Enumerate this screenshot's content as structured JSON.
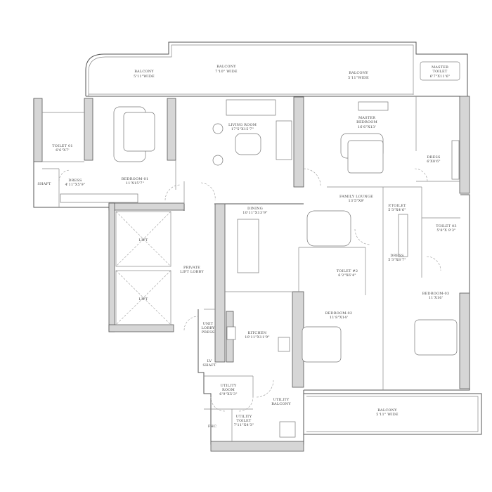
{
  "rooms": {
    "balcony_left": {
      "name": "BALCONY",
      "size": "5'11\"WIDE"
    },
    "balcony_center": {
      "name": "BALCONY",
      "size": "7'10\" WIDE"
    },
    "balcony_right": {
      "name": "BALCONY",
      "size": "5'11\"WIDE"
    },
    "master_toilet": {
      "name1": "MASTER",
      "name2": "TOILET",
      "size": "6'7\"X11'6\""
    },
    "toilet_01": {
      "name": "TOILET 01",
      "size": "6'6\"X7'"
    },
    "shaft": {
      "name": "SHAFT"
    },
    "dress_01": {
      "name": "DRESS",
      "size": "4'11\"X5'9\""
    },
    "bedroom_01": {
      "name": "BEDROOM-01",
      "size": "11'X15'7\""
    },
    "living_room": {
      "name": "LIVING ROOM",
      "size": "17'5\"X15'7\""
    },
    "master_bedroom": {
      "name1": "MASTER",
      "name2": "BEDROOM",
      "size": "16'6\"X13'"
    },
    "master_dress": {
      "name": "DRESS",
      "size": "6'X8'6\""
    },
    "family_lounge": {
      "name": "FAMILY LOUNGE",
      "size": "13'5\"X9'"
    },
    "p_toilet": {
      "name": "P.TOILET",
      "size": "5'3\"X4'6\""
    },
    "dining": {
      "name": "DINING",
      "size": "10'11\"X13'9\""
    },
    "private_lift_lobby": {
      "name1": "PRIVATE",
      "name2": "LIFT LOBBY"
    },
    "lift_1": {
      "name": "LIFT"
    },
    "lift_2": {
      "name": "LIFT"
    },
    "unit_lobby_press": {
      "name1": "UNIT",
      "name2": "LOBBY",
      "name3": "PRESS"
    },
    "kitchen": {
      "name": "KITCHEN",
      "size": "10'11\"X11'9\""
    },
    "lv_shaft": {
      "name1": "LV",
      "name2": "SHAFT"
    },
    "toilet_03": {
      "name": "TOILET 03",
      "size": "5'8\"X 9'3\""
    },
    "toilet_02": {
      "name": "TOILET #2",
      "size": "6'2\"X6'4\""
    },
    "dress_03": {
      "name": "DRESS",
      "size": "5'3\"X8'7\""
    },
    "bedroom_03": {
      "name": "BEDROOM-03",
      "size": "11'X16'"
    },
    "bedroom_02": {
      "name": "BEDROOM-02",
      "size": "11'8\"X14'"
    },
    "utility_room": {
      "name1": "UTILITY",
      "name2": "ROOM",
      "size": "6'9\"X5'3\""
    },
    "utility_balcony": {
      "name1": "UTILITY",
      "name2": "BALCONY"
    },
    "utility_toilet": {
      "name1": "UTILITY",
      "name2": "TOILET",
      "size": "7'11\"X4'3\""
    },
    "fhc": {
      "name": "FHC"
    },
    "balcony_bottom": {
      "name": "BALCONY",
      "size": "5'11\" WIDE"
    }
  }
}
